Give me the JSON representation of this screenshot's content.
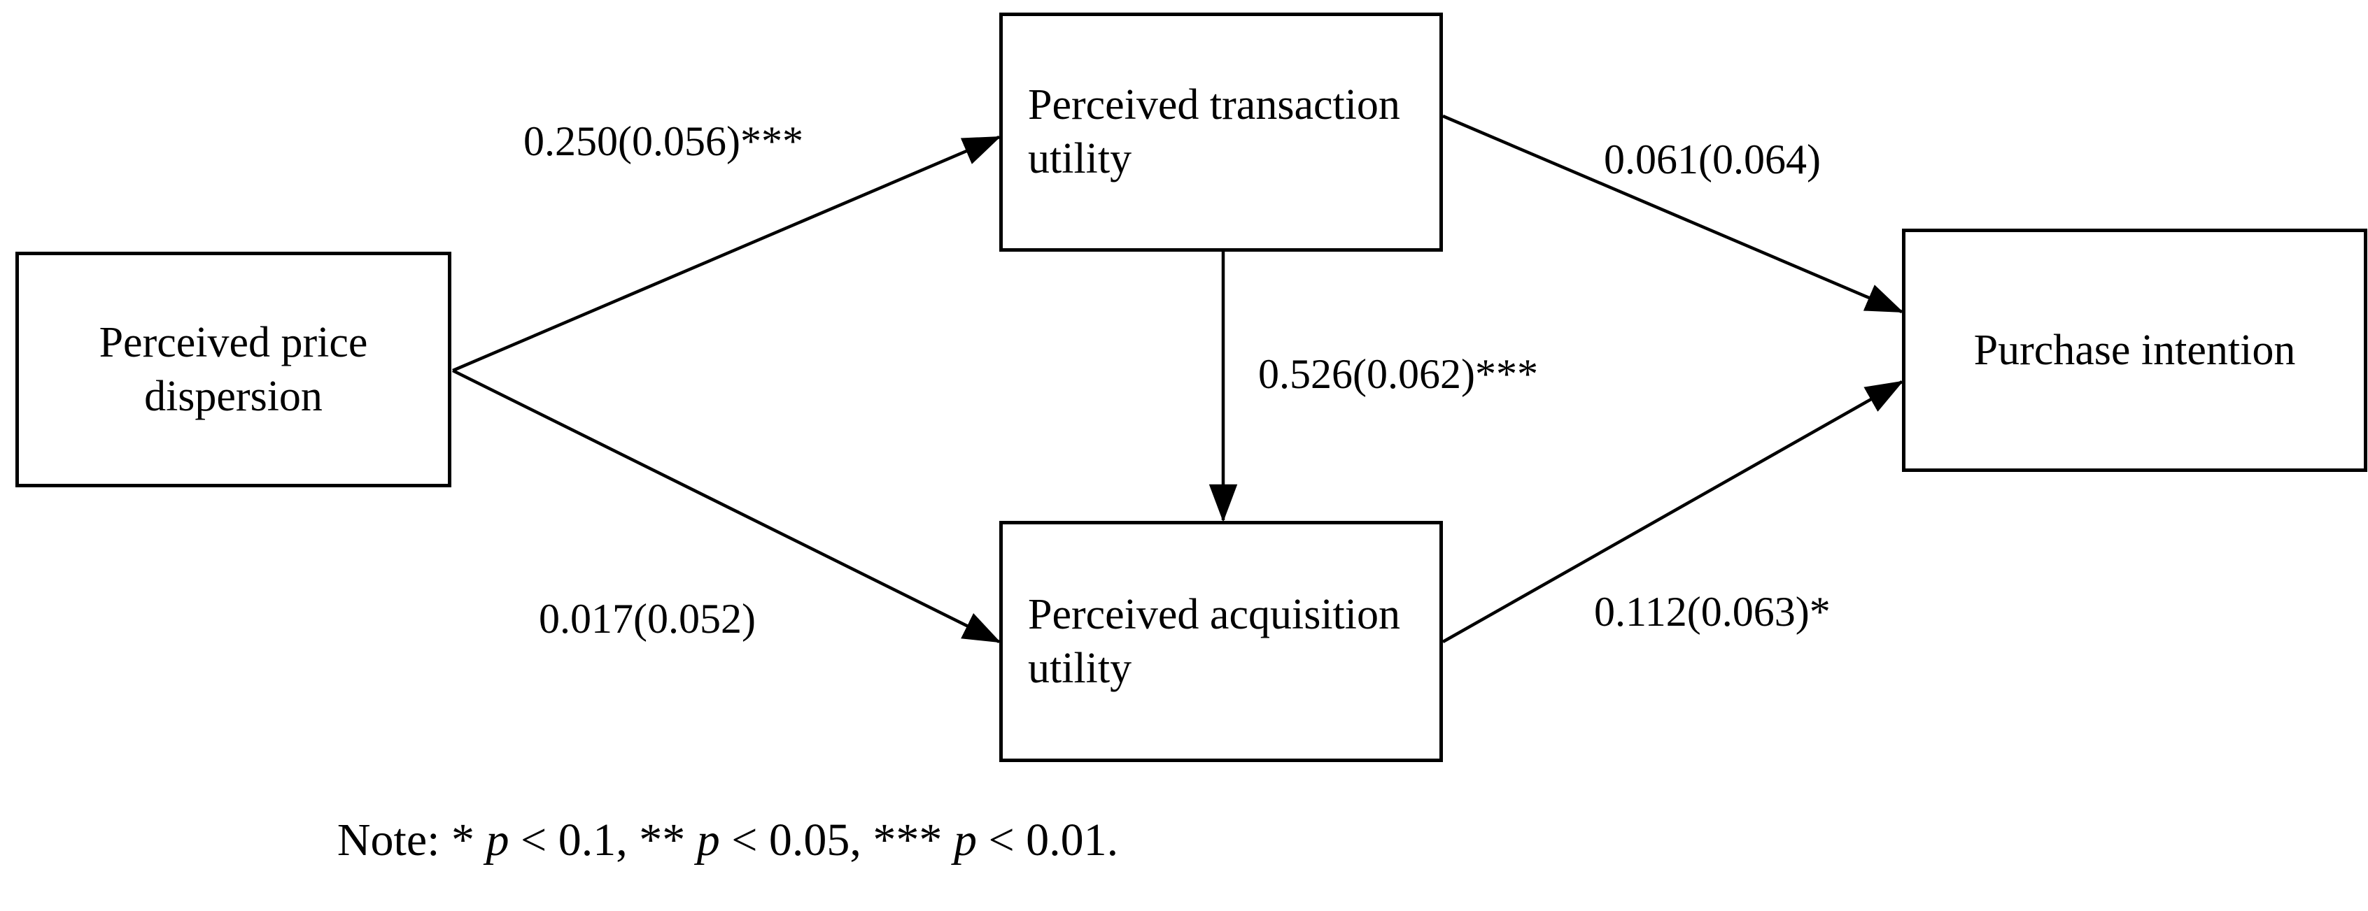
{
  "diagram": {
    "type": "path-model",
    "nodes": [
      {
        "id": "price_dispersion",
        "label": "Perceived price dispersion"
      },
      {
        "id": "transaction_utility",
        "label": "Perceived transaction utility"
      },
      {
        "id": "acquisition_utility",
        "label": "Perceived acquisition utility"
      },
      {
        "id": "purchase_intention",
        "label": "Purchase intention"
      }
    ],
    "edges": [
      {
        "id": "pd_to_tu",
        "from": "price_dispersion",
        "to": "transaction_utility",
        "label": "0.250(0.056)***",
        "estimate": 0.25,
        "std_error": 0.056,
        "significance": "***"
      },
      {
        "id": "pd_to_au",
        "from": "price_dispersion",
        "to": "acquisition_utility",
        "label": "0.017(0.052)",
        "estimate": 0.017,
        "std_error": 0.052,
        "significance": ""
      },
      {
        "id": "tu_to_au",
        "from": "transaction_utility",
        "to": "acquisition_utility",
        "label": "0.526(0.062)***",
        "estimate": 0.526,
        "std_error": 0.062,
        "significance": "***"
      },
      {
        "id": "tu_to_pi",
        "from": "transaction_utility",
        "to": "purchase_intention",
        "label": "0.061(0.064)",
        "estimate": 0.061,
        "std_error": 0.064,
        "significance": ""
      },
      {
        "id": "au_to_pi",
        "from": "acquisition_utility",
        "to": "purchase_intention",
        "label": "0.112(0.063)*",
        "estimate": 0.112,
        "std_error": 0.063,
        "significance": "*"
      }
    ],
    "footnote": {
      "prefix": "Note: * ",
      "p1": "p",
      "mid1": " < 0.1, ** ",
      "p2": "p",
      "mid2": " < 0.05, *** ",
      "p3": "p",
      "suffix": " < 0.01."
    },
    "colors": {
      "stroke": "#000000",
      "text": "#000000",
      "background": "#ffffff"
    }
  }
}
